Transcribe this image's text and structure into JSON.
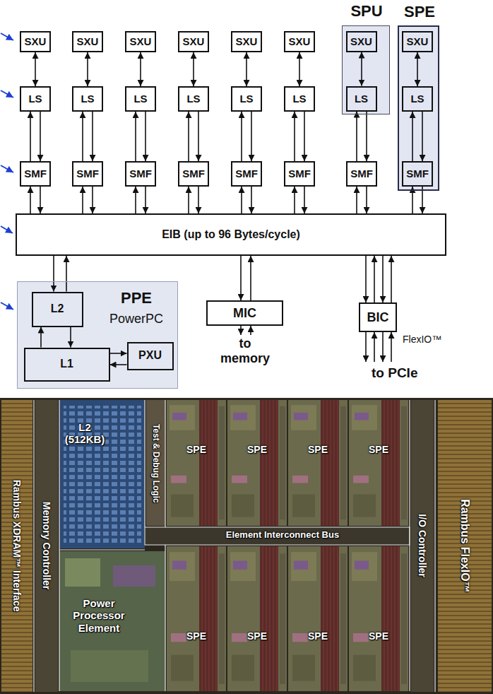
{
  "diagram": {
    "nodes": [
      {
        "text": [
          "SXU"
        ]
      },
      {
        "text": [
          "SXU"
        ]
      },
      {
        "text": [
          "SXU"
        ]
      },
      {
        "text": [
          "SXU"
        ]
      },
      {
        "text": [
          "SXU"
        ]
      },
      {
        "text": [
          "SXU"
        ]
      },
      {
        "text": [
          "SPU"
        ]
      },
      {
        "text": [
          "SXU"
        ],
        "in": 6
      },
      {
        "text": [
          "SPE"
        ]
      },
      {
        "text": [
          "SXU"
        ],
        "in": 8
      },
      {
        "text": [
          "LS"
        ]
      },
      {
        "text": [
          "LS"
        ]
      },
      {
        "text": [
          "LS"
        ]
      },
      {
        "text": [
          "LS"
        ]
      },
      {
        "text": [
          "LS"
        ]
      },
      {
        "text": [
          "LS"
        ]
      },
      {
        "text": [
          "LS"
        ],
        "in": 6
      },
      {
        "text": [
          "LS"
        ],
        "in": 8
      },
      {
        "text": [
          "SMF"
        ]
      },
      {
        "text": [
          "SMF"
        ]
      },
      {
        "text": [
          "SMF"
        ]
      },
      {
        "text": [
          "SMF"
        ]
      },
      {
        "text": [
          "SMF"
        ]
      },
      {
        "text": [
          "SMF"
        ]
      },
      {
        "text": [
          "SMF"
        ]
      },
      {
        "text": [
          "SMF"
        ],
        "in": 8
      },
      {
        "text": [
          "EIB (up to 96 Bytes/cycle)"
        ]
      },
      {
        "text": [
          "PPE",
          "PowerPC"
        ]
      },
      {
        "text": [
          "L2"
        ],
        "in": 27
      },
      {
        "text": [
          "MIC"
        ]
      },
      {
        "text": [
          "BIC"
        ]
      },
      {
        "text": [
          "L1"
        ],
        "in": 27
      },
      {
        "text": [
          "PXU"
        ],
        "in": 27
      }
    ],
    "edges": [
      {
        "from": 0,
        "to": 10,
        "arrow": "both"
      },
      {
        "from": 10,
        "to": 18,
        "arrow": "to"
      },
      {
        "from": 18,
        "to": 10,
        "arrow": "to"
      },
      {
        "from": 18,
        "to": 26,
        "arrow": "to"
      },
      {
        "from": 26,
        "to": 18,
        "arrow": "to"
      },
      {
        "from": 1,
        "to": 11,
        "arrow": "both"
      },
      {
        "from": 11,
        "to": 19,
        "arrow": "to"
      },
      {
        "from": 19,
        "to": 11,
        "arrow": "to"
      },
      {
        "from": 19,
        "to": 26,
        "arrow": "to"
      },
      {
        "from": 26,
        "to": 19,
        "arrow": "to"
      },
      {
        "from": 2,
        "to": 12,
        "arrow": "both"
      },
      {
        "from": 12,
        "to": 20,
        "arrow": "to"
      },
      {
        "from": 20,
        "to": 12,
        "arrow": "to"
      },
      {
        "from": 20,
        "to": 26,
        "arrow": "to"
      },
      {
        "from": 26,
        "to": 20,
        "arrow": "to"
      },
      {
        "from": 3,
        "to": 13,
        "arrow": "both"
      },
      {
        "from": 13,
        "to": 21,
        "arrow": "to"
      },
      {
        "from": 21,
        "to": 13,
        "arrow": "to"
      },
      {
        "from": 21,
        "to": 26,
        "arrow": "to"
      },
      {
        "from": 26,
        "to": 21,
        "arrow": "to"
      },
      {
        "from": 4,
        "to": 14,
        "arrow": "both"
      },
      {
        "from": 14,
        "to": 22,
        "arrow": "to"
      },
      {
        "from": 22,
        "to": 14,
        "arrow": "to"
      },
      {
        "from": 22,
        "to": 26,
        "arrow": "to"
      },
      {
        "from": 26,
        "to": 22,
        "arrow": "to"
      },
      {
        "from": 5,
        "to": 15,
        "arrow": "both"
      },
      {
        "from": 15,
        "to": 23,
        "arrow": "to"
      },
      {
        "from": 23,
        "to": 15,
        "arrow": "to"
      },
      {
        "from": 23,
        "to": 26,
        "arrow": "to"
      },
      {
        "from": 26,
        "to": 23,
        "arrow": "to"
      },
      {
        "from": 7,
        "to": 16,
        "arrow": "both"
      },
      {
        "from": 16,
        "to": 24,
        "arrow": "to"
      },
      {
        "from": 24,
        "to": 16,
        "arrow": "to"
      },
      {
        "from": 24,
        "to": 26,
        "arrow": "to"
      },
      {
        "from": 26,
        "to": 24,
        "arrow": "to"
      },
      {
        "from": 9,
        "to": 17,
        "arrow": "both"
      },
      {
        "from": 17,
        "to": 25,
        "arrow": "to"
      },
      {
        "from": 25,
        "to": 17,
        "arrow": "to"
      },
      {
        "from": 25,
        "to": 26,
        "arrow": "to"
      },
      {
        "from": 26,
        "to": 25,
        "arrow": "to"
      },
      {
        "from": 26,
        "to": 28,
        "arrow": "to"
      },
      {
        "from": 28,
        "to": 26,
        "arrow": "to"
      },
      {
        "from": 26,
        "to": 29,
        "arrow": "to"
      },
      {
        "from": 29,
        "to": 26,
        "arrow": "to"
      },
      {
        "from": 26,
        "to": 30,
        "arrow": "to"
      },
      {
        "from": 30,
        "to": 26,
        "arrow": "to"
      },
      {
        "from": 26,
        "to": 30,
        "arrow": "to"
      },
      {
        "from": 30,
        "to": 26,
        "arrow": "to"
      },
      {
        "from": 31,
        "to": 28,
        "arrow": "to"
      },
      {
        "from": 28,
        "to": 31,
        "arrow": "to"
      },
      {
        "from": 31,
        "to": 32,
        "arrow": "to"
      },
      {
        "from": 32,
        "to": 31,
        "arrow": "to"
      }
    ],
    "labels": [
      "to memory",
      "FlexIO™",
      "to PCIe",
      "Rambus XDRAM™ Interface",
      "Memory Controller",
      "L2 (512KB)",
      "Test & Debug Logic",
      "SPE",
      "SPE",
      "SPE",
      "SPE",
      "Element Interconnect Bus",
      "Power Processor Element",
      "SPE",
      "SPE",
      "SPE",
      "SPE",
      "I/O Controller",
      "Rambus FlexIO™"
    ]
  }
}
